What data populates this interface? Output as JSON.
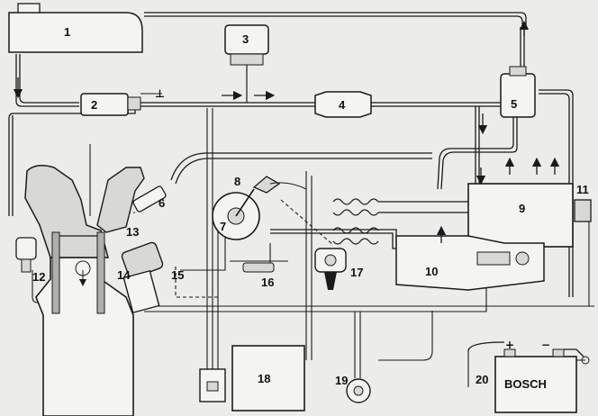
{
  "diagram": {
    "components": [
      {
        "id": "1",
        "label": "1"
      },
      {
        "id": "2",
        "label": "2"
      },
      {
        "id": "3",
        "label": "3"
      },
      {
        "id": "4",
        "label": "4"
      },
      {
        "id": "5",
        "label": "5"
      },
      {
        "id": "6",
        "label": "6"
      },
      {
        "id": "7",
        "label": "7"
      },
      {
        "id": "8",
        "label": "8"
      },
      {
        "id": "9",
        "label": "9"
      },
      {
        "id": "10",
        "label": "10"
      },
      {
        "id": "11",
        "label": "11"
      },
      {
        "id": "12",
        "label": "12"
      },
      {
        "id": "13",
        "label": "13"
      },
      {
        "id": "14",
        "label": "14"
      },
      {
        "id": "15",
        "label": "15"
      },
      {
        "id": "16",
        "label": "16"
      },
      {
        "id": "17",
        "label": "17"
      },
      {
        "id": "18",
        "label": "18"
      },
      {
        "id": "19",
        "label": "19"
      },
      {
        "id": "20",
        "label": "20"
      }
    ],
    "battery": {
      "brand": "BOSCH",
      "positive_symbol": "+",
      "negative_symbol": "−",
      "ground_symbol": "⊥"
    },
    "colors": {
      "background": "#ececea",
      "line": "#1a1a1a",
      "fill_light": "#f4f4f2",
      "fill_mid": "#d8d8d4"
    }
  }
}
